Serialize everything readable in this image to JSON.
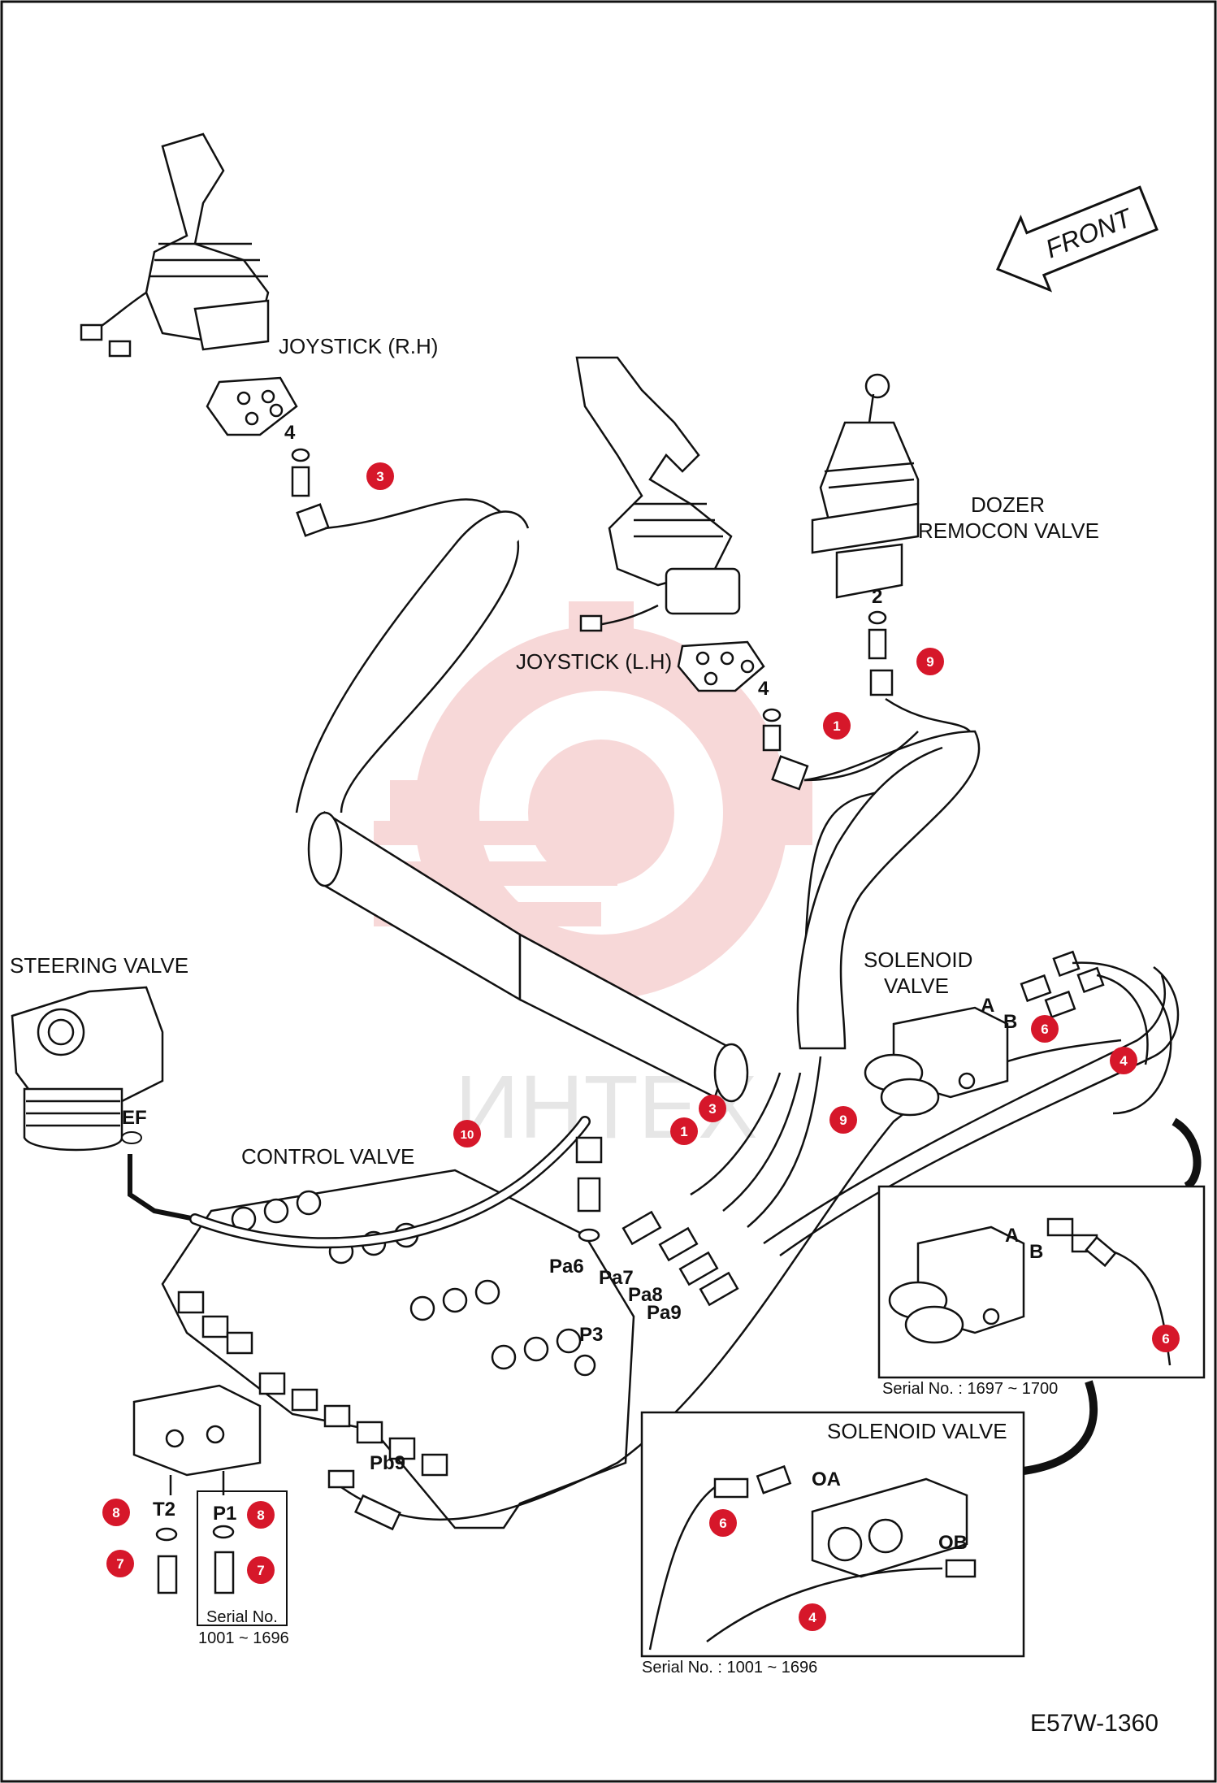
{
  "drawing_id": "E57W-1360",
  "watermark": "ИНТЕХ",
  "direction_arrow": "FRONT",
  "component_labels": {
    "joystick_rh": "JOYSTICK (R.H)",
    "joystick_lh": "JOYSTICK (L.H)",
    "dozer_remocon_line1": "DOZER",
    "dozer_remocon_line2": "REMOCON VALVE",
    "steering_valve": "STEERING VALVE",
    "control_valve": "CONTROL VALVE",
    "solenoid_valve_line1": "SOLENOID",
    "solenoid_valve_line2": "VALVE",
    "solenoid_valve_inset": "SOLENOID VALVE"
  },
  "ports": {
    "a": "A",
    "b": "B",
    "ef": "EF",
    "pa6": "Pa6",
    "pa7": "Pa7",
    "pa8": "Pa8",
    "pa9": "Pa9",
    "p3": "P3",
    "pb9": "Pb9",
    "t2": "T2",
    "p1": "P1",
    "oa": "OA",
    "ob": "OB"
  },
  "part_numbers": {
    "n2": "2",
    "n4_rh": "4",
    "n4_lh": "4"
  },
  "callouts": [
    {
      "id": "c1a",
      "label": "1"
    },
    {
      "id": "c1b",
      "label": "1"
    },
    {
      "id": "c3a",
      "label": "3"
    },
    {
      "id": "c3b",
      "label": "3"
    },
    {
      "id": "c4a",
      "label": "4"
    },
    {
      "id": "c4b",
      "label": "4"
    },
    {
      "id": "c6a",
      "label": "6"
    },
    {
      "id": "c6b",
      "label": "6"
    },
    {
      "id": "c6c",
      "label": "6"
    },
    {
      "id": "c7a",
      "label": "7"
    },
    {
      "id": "c7b",
      "label": "7"
    },
    {
      "id": "c8a",
      "label": "8"
    },
    {
      "id": "c8b",
      "label": "8"
    },
    {
      "id": "c9a",
      "label": "9"
    },
    {
      "id": "c9b",
      "label": "9"
    },
    {
      "id": "c10",
      "label": "10"
    }
  ],
  "serials": {
    "inset_right": "Serial No. : 1697 ~ 1700",
    "inset_bottom": "Serial No. : 1001 ~ 1696",
    "fitting_line1": "Serial No.",
    "fitting_line2": "1001 ~ 1696"
  },
  "colors": {
    "callout": "#d6172a",
    "line": "#111111",
    "watermark": "#f2b9b9"
  }
}
